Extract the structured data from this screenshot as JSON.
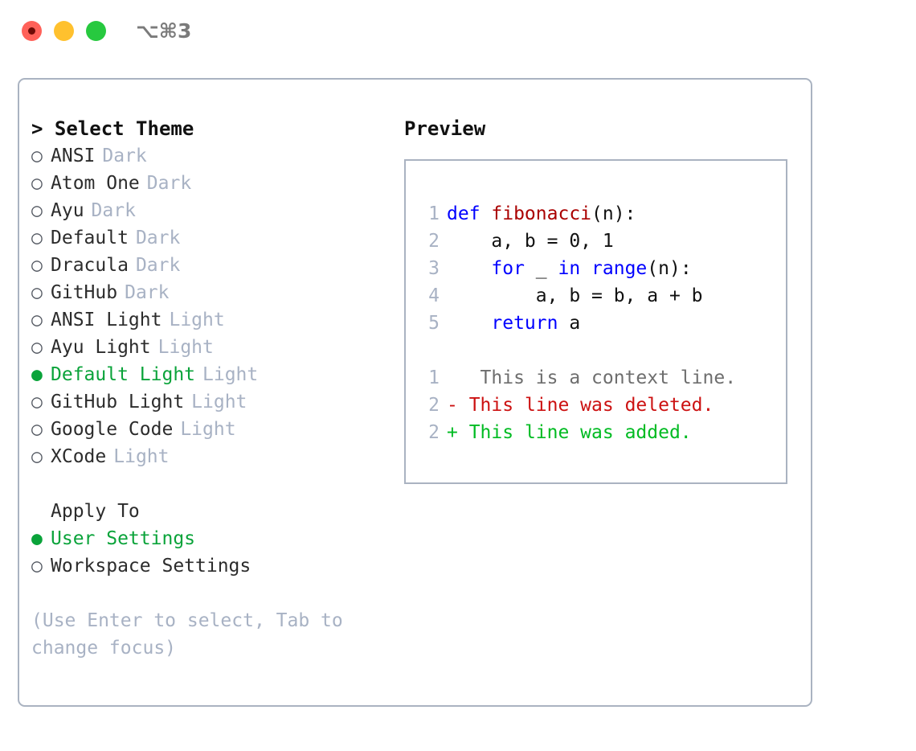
{
  "window": {
    "shortcut": "⌥⌘3",
    "traffic_lights": [
      {
        "name": "close",
        "color": "#ff6159"
      },
      {
        "name": "minimize",
        "color": "#ffc12e"
      },
      {
        "name": "maximize",
        "color": "#27c93f"
      }
    ]
  },
  "theme_picker": {
    "header": "> Select Theme",
    "selected_marker": "●",
    "unselected_marker": "○",
    "items": [
      {
        "marker": "○",
        "name": "ANSI",
        "tag": "Dark",
        "selected": false
      },
      {
        "marker": "○",
        "name": "Atom One",
        "tag": "Dark",
        "selected": false
      },
      {
        "marker": "○",
        "name": "Ayu",
        "tag": "Dark",
        "selected": false
      },
      {
        "marker": "○",
        "name": "Default",
        "tag": "Dark",
        "selected": false
      },
      {
        "marker": "○",
        "name": "Dracula",
        "tag": "Dark",
        "selected": false
      },
      {
        "marker": "○",
        "name": "GitHub",
        "tag": "Dark",
        "selected": false
      },
      {
        "marker": "○",
        "name": "ANSI Light",
        "tag": "Light",
        "selected": false
      },
      {
        "marker": "○",
        "name": "Ayu Light",
        "tag": "Light",
        "selected": false
      },
      {
        "marker": "●",
        "name": "Default Light",
        "tag": "Light",
        "selected": true
      },
      {
        "marker": "○",
        "name": "GitHub Light",
        "tag": "Light",
        "selected": false
      },
      {
        "marker": "○",
        "name": "Google Code",
        "tag": "Light",
        "selected": false
      },
      {
        "marker": "○",
        "name": "XCode",
        "tag": "Light",
        "selected": false
      }
    ]
  },
  "apply_to": {
    "header": "Apply To",
    "items": [
      {
        "marker": "●",
        "name": "User Settings",
        "selected": true
      },
      {
        "marker": "○",
        "name": "Workspace Settings",
        "selected": false
      }
    ]
  },
  "hint": "(Use Enter to select, Tab to change focus)",
  "preview": {
    "title": "Preview",
    "code_lines": [
      {
        "number": "1",
        "tokens": [
          {
            "text": "def ",
            "style": "kw"
          },
          {
            "text": "fibonacci",
            "style": "fn"
          },
          {
            "text": "(n):",
            "style": "pl"
          }
        ]
      },
      {
        "number": "2",
        "tokens": [
          {
            "text": "    a, b = 0, 1",
            "style": "pl"
          }
        ]
      },
      {
        "number": "3",
        "tokens": [
          {
            "text": "    ",
            "style": "pl"
          },
          {
            "text": "for",
            "style": "kw"
          },
          {
            "text": " _ ",
            "style": "pl"
          },
          {
            "text": "in",
            "style": "kw"
          },
          {
            "text": " ",
            "style": "pl"
          },
          {
            "text": "range",
            "style": "kw"
          },
          {
            "text": "(n):",
            "style": "pl"
          }
        ]
      },
      {
        "number": "4",
        "tokens": [
          {
            "text": "        a, b = b, a + b",
            "style": "pl"
          }
        ]
      },
      {
        "number": "5",
        "tokens": [
          {
            "text": "    ",
            "style": "pl"
          },
          {
            "text": "return",
            "style": "kw"
          },
          {
            "text": " a",
            "style": "pl"
          }
        ]
      }
    ],
    "diff_lines": [
      {
        "number": "1",
        "sign": " ",
        "text": "  This is a context line.",
        "kind": "ctx"
      },
      {
        "number": "2",
        "sign": "-",
        "text": " This line was deleted.",
        "kind": "del"
      },
      {
        "number": "2",
        "sign": "+",
        "text": " This line was added.",
        "kind": "add"
      }
    ]
  },
  "colors": {
    "accent_green": "#0aa33a",
    "tag_gray": "#a8b2c4",
    "border": "#aab3c1",
    "keyword_blue": "#0000ff",
    "function_red": "#aa0000",
    "diff_delete": "#cc1111",
    "diff_add": "#00bb22"
  }
}
